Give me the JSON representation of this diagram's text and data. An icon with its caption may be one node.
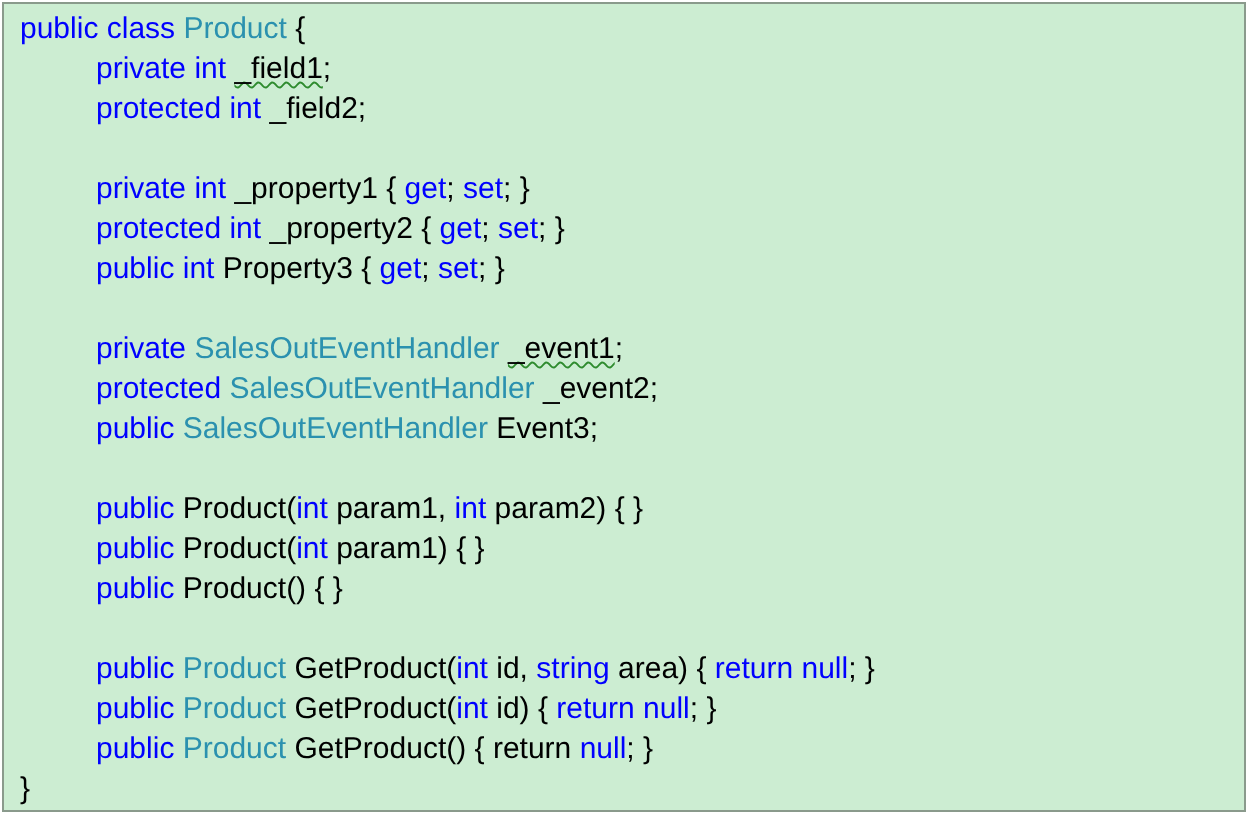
{
  "diagram": {
    "labels": [
      "public class Product {",
      "private int _field1;",
      "protected int _field2;",
      "private int _property1 { get; set; }",
      "protected int _property2 { get; set; }",
      "public int Property3 { get; set; }",
      "private SalesOutEventHandler _event1;",
      "protected SalesOutEventHandler _event2;",
      "public SalesOutEventHandler Event3;",
      "public Product(int param1, int param2) { }",
      "public Product(int param1) { }",
      "public Product() { }",
      "public Product GetProduct(int id, string area) { return null; }",
      "public Product GetProduct(int id) { return null; }",
      "public Product GetProduct() { return null; }",
      "}"
    ]
  }
}
